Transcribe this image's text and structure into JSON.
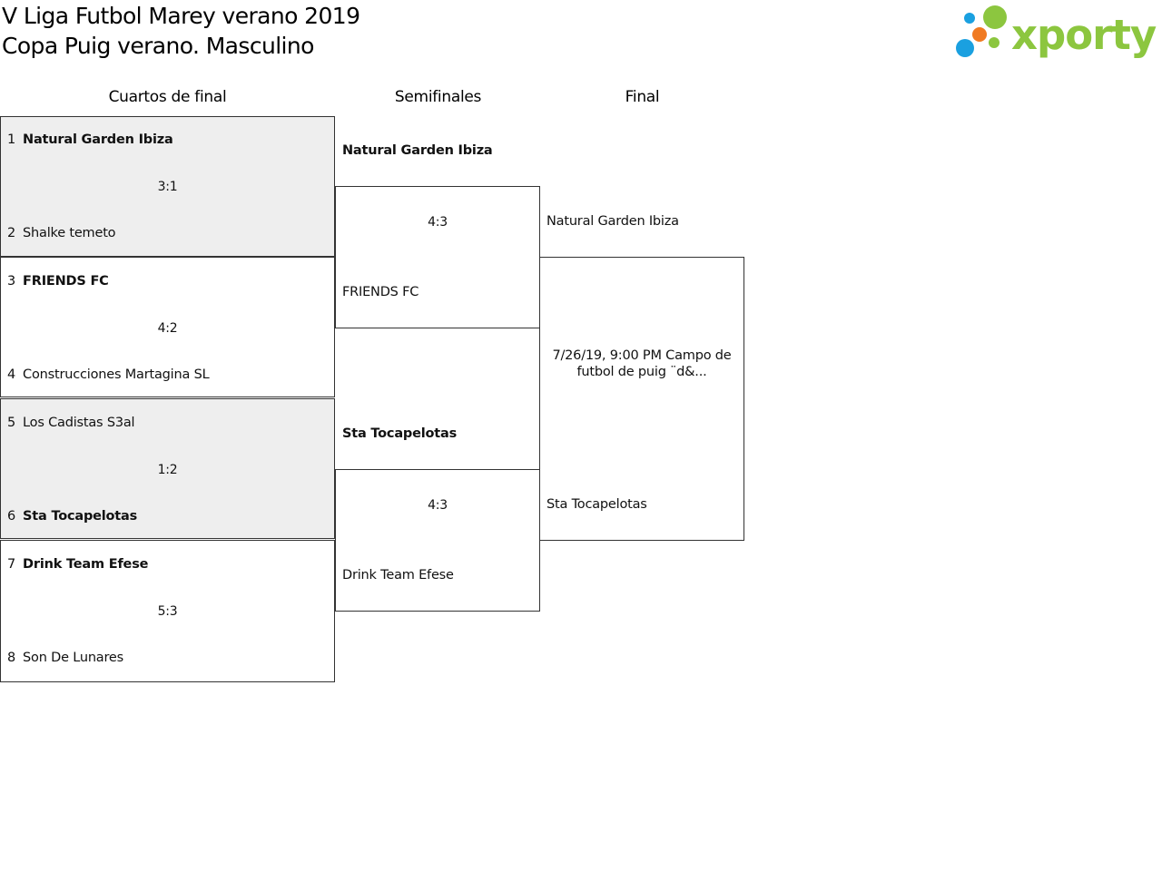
{
  "header": {
    "title_line1": "V Liga Futbol Marey verano 2019",
    "title_line2": "Copa Puig verano. Masculino",
    "logo_text": "xporty",
    "logo_colors": {
      "green": "#8cc63f",
      "blue": "#1aa0e0",
      "orange": "#f07a22"
    }
  },
  "rounds": {
    "quarterfinals": "Cuartos de final",
    "semifinals": "Semifinales",
    "final": "Final"
  },
  "quarterfinals": [
    {
      "top": {
        "seed": "1",
        "name": "Natural Garden Ibiza"
      },
      "bottom": {
        "seed": "2",
        "name": "Shalke temeto"
      },
      "score": "3:1",
      "winner": "top",
      "shaded": true
    },
    {
      "top": {
        "seed": "3",
        "name": "FRIENDS FC"
      },
      "bottom": {
        "seed": "4",
        "name": "Construcciones Martagina SL"
      },
      "score": "4:2",
      "winner": "top",
      "shaded": false
    },
    {
      "top": {
        "seed": "5",
        "name": "Los Cadistas S3al"
      },
      "bottom": {
        "seed": "6",
        "name": "Sta Tocapelotas"
      },
      "score": "1:2",
      "winner": "bottom",
      "shaded": true
    },
    {
      "top": {
        "seed": "7",
        "name": "Drink Team Efese"
      },
      "bottom": {
        "seed": "8",
        "name": "Son De Lunares"
      },
      "score": "5:3",
      "winner": "top",
      "shaded": false
    }
  ],
  "semifinals": [
    {
      "top": "Natural Garden Ibiza",
      "bottom": "FRIENDS FC",
      "score": "4:3",
      "winner": "top"
    },
    {
      "top": "Sta Tocapelotas",
      "bottom": "Drink Team Efese",
      "score": "4:3",
      "winner": "top"
    }
  ],
  "final": {
    "top": "Natural Garden Ibiza",
    "bottom": "Sta Tocapelotas",
    "info": "7/26/19, 9:00 PM Campo de futbol de puig ¨d&..."
  }
}
